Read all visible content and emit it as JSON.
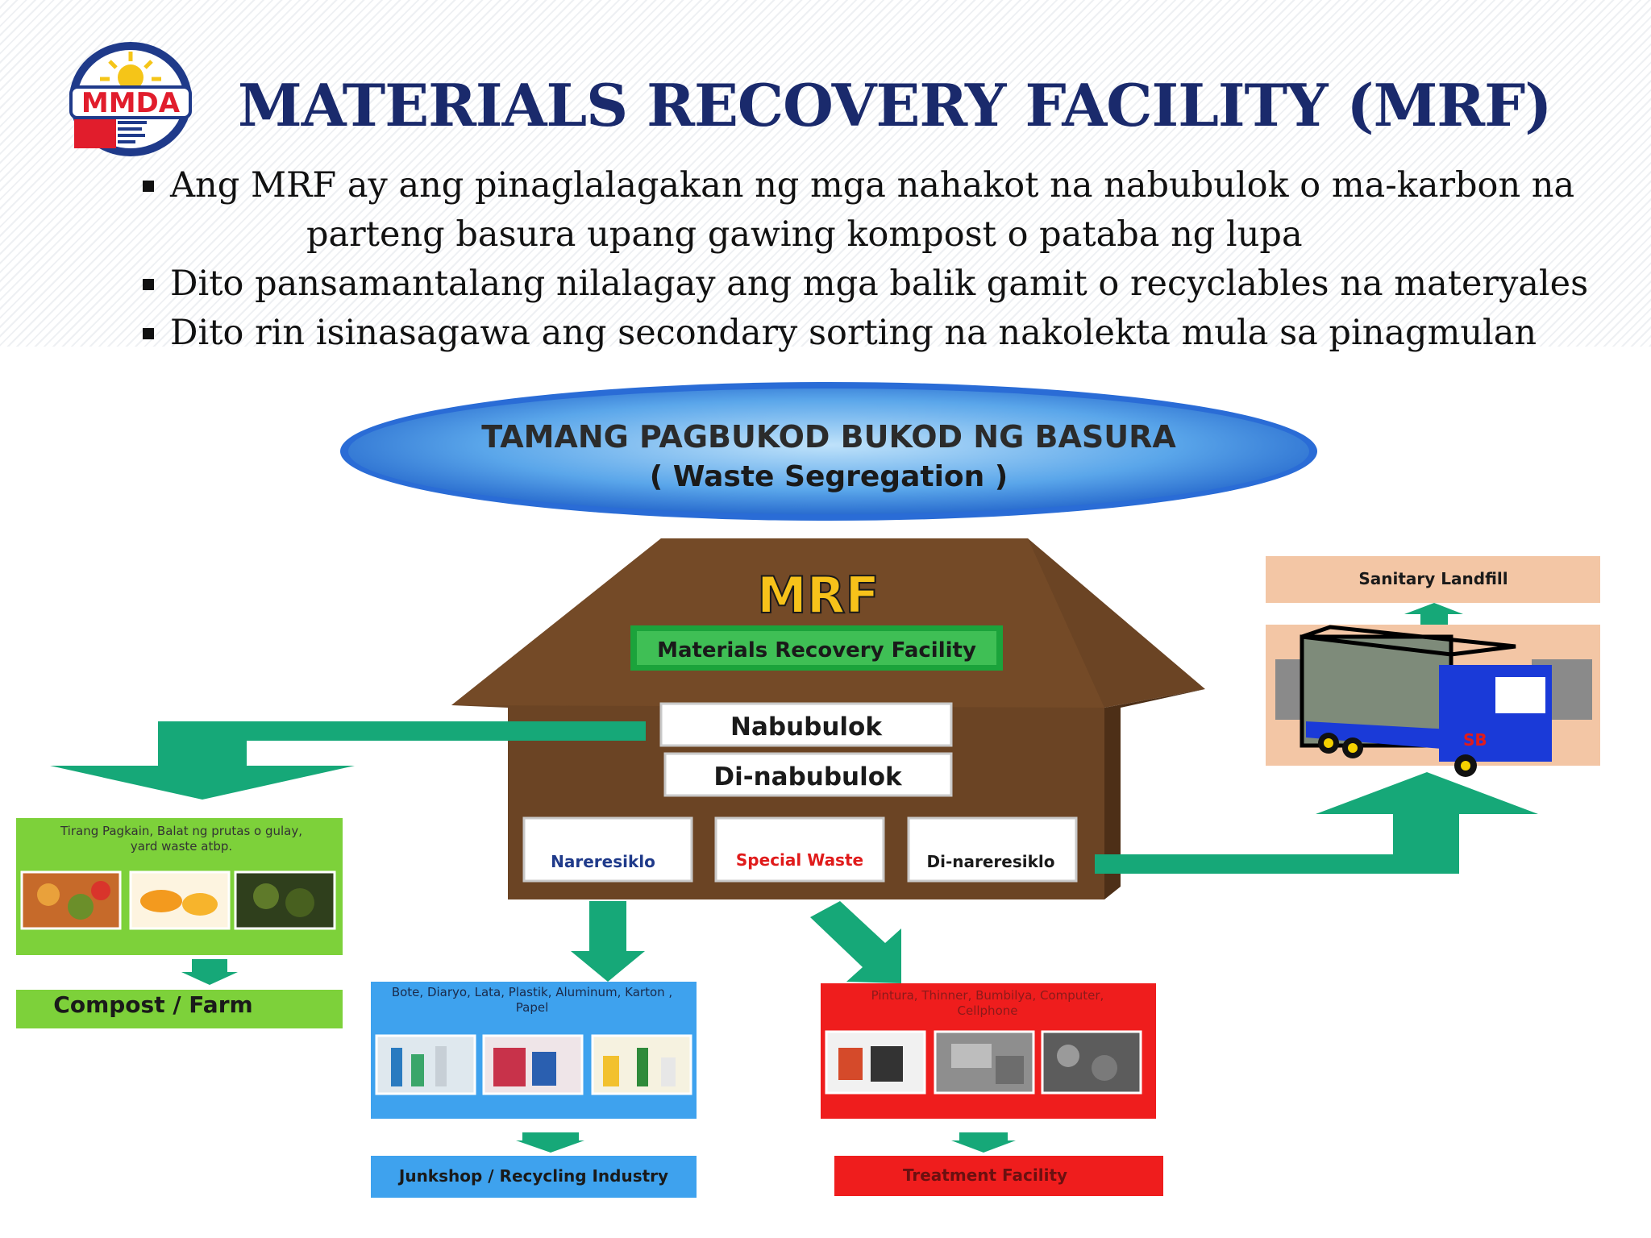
{
  "logo": {
    "text": "MMDA"
  },
  "title": "MATERIALS RECOVERY FACILITY (MRF)",
  "bullets": {
    "b1_line1": "Ang MRF ay ang pinaglalagakan ng mga nahakot na nabubulok o ma-karbon na",
    "b1_line2": "parteng basura upang gawing kompost o pataba ng lupa",
    "b2": "Dito pansamantalang nilalagay ang mga balik gamit o recyclables na materyales",
    "b3": "Dito rin isinasagawa ang secondary sorting na nakolekta mula sa pinagmulan"
  },
  "banner": {
    "line1": "TAMANG PAGBUKOD BUKOD NG BASURA",
    "line2": "( Waste Segregation )"
  },
  "house": {
    "mrf": "MRF",
    "subtitle": "Materials Recovery Facility",
    "nabubulok": "Nabubulok",
    "di_nabubulok": "Di-nabubulok",
    "nareresiklo": "Nareresiklo",
    "special_waste": "Special Waste",
    "di_nareresiklo": "Di-nareresiklo"
  },
  "landfill": {
    "label": "Sanitary Landfill",
    "truck_mark": "SB"
  },
  "compost": {
    "desc": "Tirang Pagkain, Balat ng prutas o gulay, yard waste atbp.",
    "label": "Compost / Farm"
  },
  "recycle": {
    "desc": "Bote, Diaryo, Lata, Plastik, Aluminum, Karton , Papel",
    "label": "Junkshop / Recycling Industry"
  },
  "treatment": {
    "desc": "Pintura, Thinner, Bumbilya, Computer, Cellphone",
    "label": "Treatment Facility"
  },
  "colors": {
    "title": "#1a2a6c",
    "house": "#6b4424",
    "green": "#7dd13a",
    "blue": "#3ea2ee",
    "red": "#ef1d1d",
    "arrow": "#16a878",
    "landfill": "#f3c6a5"
  }
}
